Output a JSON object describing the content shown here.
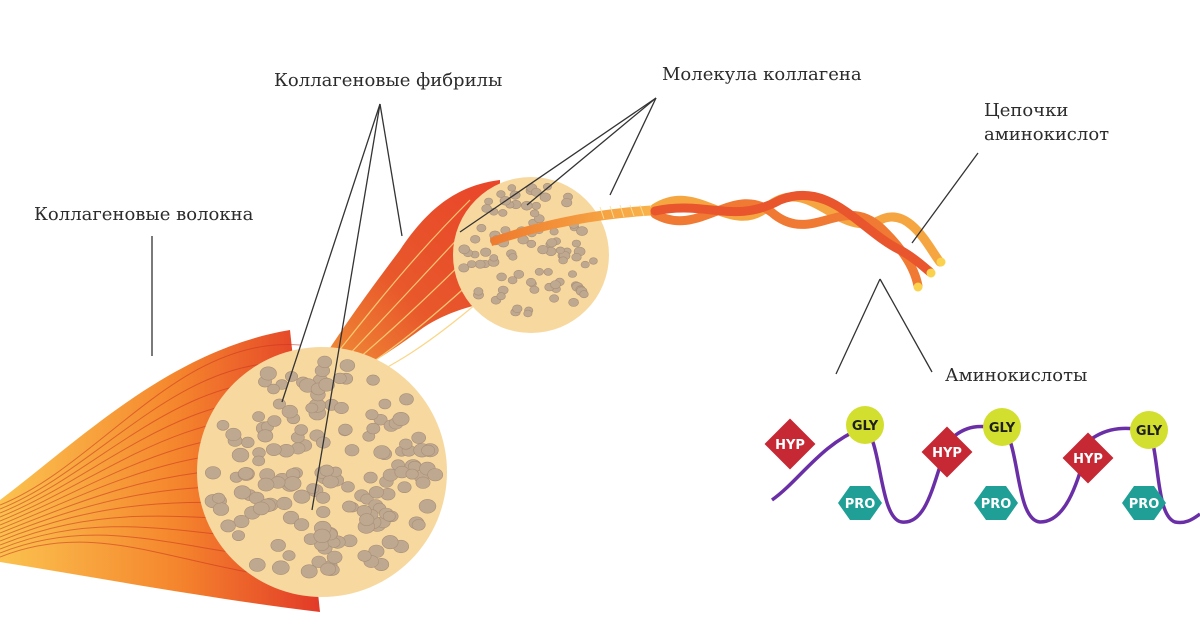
{
  "labels": {
    "fibers": "Коллагеновые волокна",
    "fibrils": "Коллагеновые фибрилы",
    "molecule": "Молекула коллагена",
    "chains_line1": "Цепочки",
    "chains_line2": "аминокислот",
    "amino_acids": "Аминокислоты"
  },
  "residues": [
    {
      "hyp": "HYP",
      "gly": "GLY",
      "pro": "PRO"
    },
    {
      "hyp": "HYP",
      "gly": "GLY",
      "pro": "PRO"
    },
    {
      "hyp": "HYP",
      "gly": "GLY",
      "pro": "PRO"
    }
  ],
  "colors": {
    "hyp": "#c62834",
    "gly": "#d3df2f",
    "pro": "#1f9f96",
    "backbone": "#6a2fa6",
    "fiber_dark": "#e8412b",
    "fiber_light": "#fbc96a",
    "cross_section": "#f7d9a0",
    "fibril_dot": "#bfa890"
  }
}
